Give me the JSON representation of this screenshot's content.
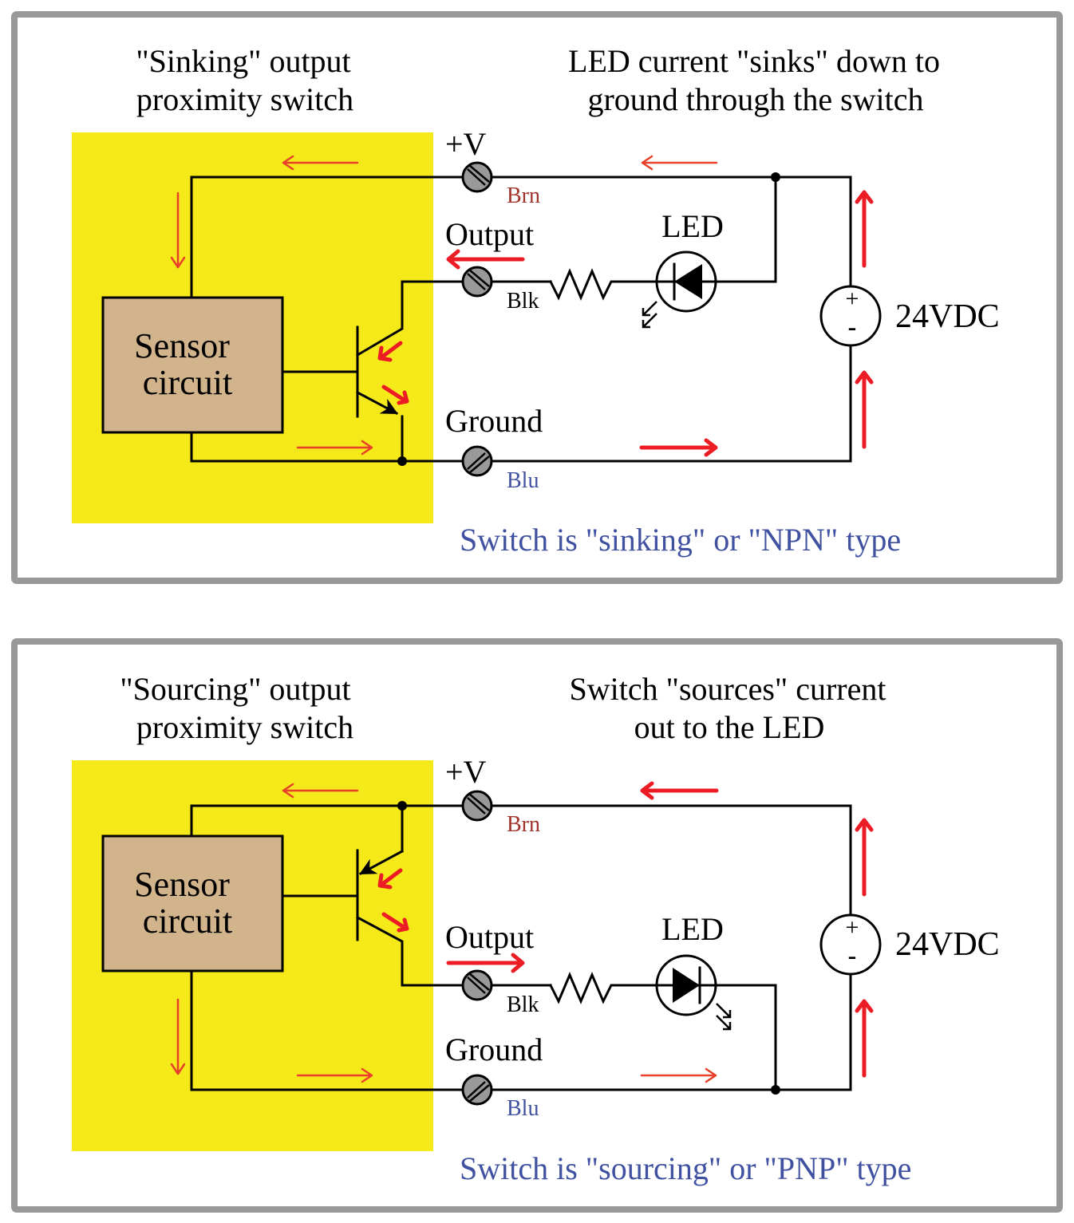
{
  "colors": {
    "frame": "#999999",
    "switch_body": "#f5e91a",
    "sensor_box": "#d2b48c",
    "current_arrow": "#ec1c24",
    "brown_label": "#a0332c",
    "blue_label": "#3f51a0",
    "terminal_fill": "#999999"
  },
  "panels": [
    {
      "id": "sinking",
      "title_line1": "\"Sinking\" output",
      "title_line2": "proximity switch",
      "description_line1": "LED current \"sinks\" down to",
      "description_line2": "ground through the switch",
      "sensor_line1": "Sensor",
      "sensor_line2": "circuit",
      "terminals": {
        "vplus": {
          "label": "+V",
          "wire": "Brn"
        },
        "output": {
          "label": "Output",
          "wire": "Blk"
        },
        "ground": {
          "label": "Ground",
          "wire": "Blu"
        }
      },
      "led_label": "LED",
      "supply_label": "24VDC",
      "supply_plus": "+",
      "supply_minus": "-",
      "transistor_type": "NPN",
      "caption": "Switch is \"sinking\" or \"NPN\" type"
    },
    {
      "id": "sourcing",
      "title_line1": "\"Sourcing\" output",
      "title_line2": "proximity switch",
      "description_line1": "Switch \"sources\" current",
      "description_line2": "out to the LED",
      "sensor_line1": "Sensor",
      "sensor_line2": "circuit",
      "terminals": {
        "vplus": {
          "label": "+V",
          "wire": "Brn"
        },
        "output": {
          "label": "Output",
          "wire": "Blk"
        },
        "ground": {
          "label": "Ground",
          "wire": "Blu"
        }
      },
      "led_label": "LED",
      "supply_label": "24VDC",
      "supply_plus": "+",
      "supply_minus": "-",
      "transistor_type": "PNP",
      "caption": "Switch is \"sourcing\" or \"PNP\" type"
    }
  ]
}
